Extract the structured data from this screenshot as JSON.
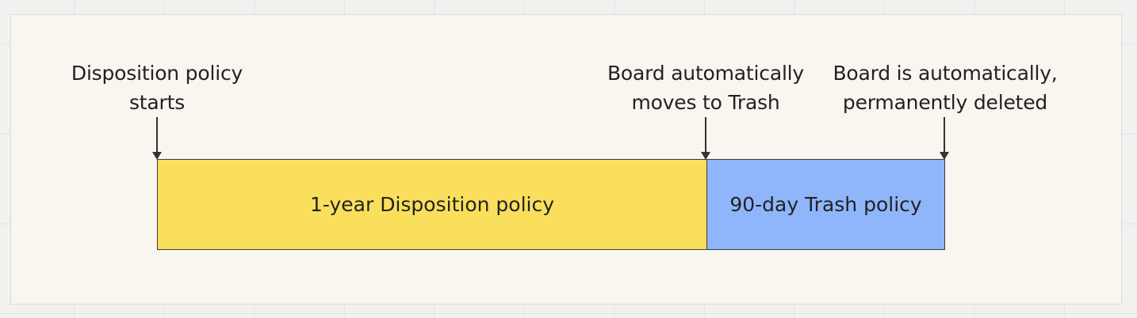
{
  "diagram": {
    "labels": {
      "start": "Disposition policy\nstarts",
      "trash": "Board automatically\nmoves to Trash",
      "delete": "Board is automatically,\npermanently deleted"
    },
    "segments": {
      "disposition": "1-year Disposition policy",
      "trash": "90-day Trash policy"
    },
    "colors": {
      "disposition": "#f9df5c",
      "trash": "#8fb6fb",
      "frame": "#f9f5ef"
    }
  }
}
